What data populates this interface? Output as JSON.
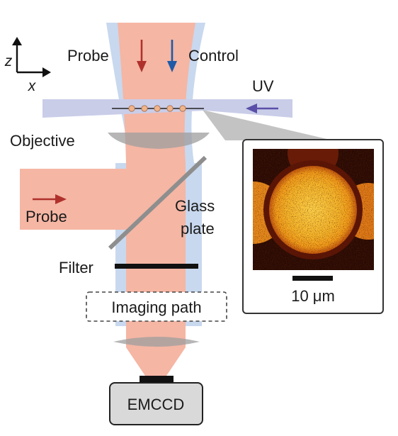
{
  "axes": {
    "vertical_label": "z",
    "horizontal_label": "x"
  },
  "labels": {
    "probe_top": "Probe",
    "control": "Control",
    "uv": "UV",
    "objective": "Objective",
    "probe_side": "Probe",
    "glass_line1": "Glass",
    "glass_line2": "plate",
    "filter": "Filter",
    "imaging_path": "Imaging path",
    "camera": "EMCCD",
    "scale_bar": "10 μm"
  },
  "colors": {
    "probe_beam": "#f5b6a4",
    "control_beam": "#c8d8ee",
    "uv_beam": "#c9cde8",
    "probe_arrow": "#b0312c",
    "control_arrow": "#1f5aa6",
    "uv_arrow": "#5a4fa8",
    "atom": "#f0b48c",
    "lens": "#9e9e9e",
    "camera_body": "#d9d9d9"
  },
  "atoms": {
    "count": 5
  },
  "icons": {
    "probe_arrow": "arrow-down-icon",
    "control_arrow": "arrow-down-icon",
    "uv_arrow": "arrow-left-icon",
    "side_probe_arrow": "arrow-right-icon"
  }
}
